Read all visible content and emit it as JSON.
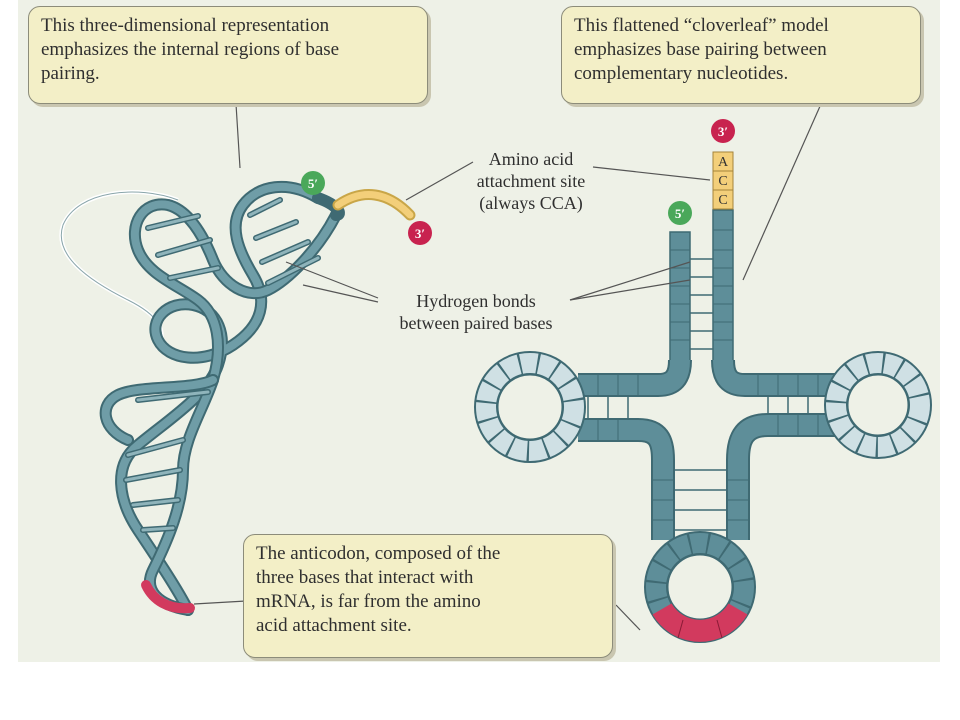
{
  "callouts": {
    "three_d": [
      "This three-dimensional representation",
      "emphasizes the internal regions of base",
      "pairing."
    ],
    "cloverleaf": [
      "This flattened “cloverleaf” model",
      "emphasizes base pairing between",
      "complementary nucleotides."
    ],
    "anticodon": [
      "The anticodon, composed of the",
      "three bases that interact with",
      "mRNA, is far from the amino",
      "acid attachment site."
    ]
  },
  "labels": {
    "amino_acid_site": [
      "Amino acid",
      "attachment site",
      "(always CCA)"
    ],
    "hydrogen_bonds": [
      "Hydrogen bonds",
      "between paired bases"
    ]
  },
  "ends": {
    "five_prime": "5′",
    "three_prime": "3′"
  },
  "cca_bases": [
    "A",
    "C",
    "C"
  ],
  "colors": {
    "strand": "#5e8e99",
    "strand_outline": "#3f6a73",
    "loop_light": "#cfe0e4",
    "anticodon": "#d23a5e",
    "cca": "#f3cf7a",
    "five_prime_badge": "#4aa85a",
    "three_prime_badge": "#c8234f",
    "callout_fill": "#f3efc7",
    "background": "#eef1e7"
  }
}
